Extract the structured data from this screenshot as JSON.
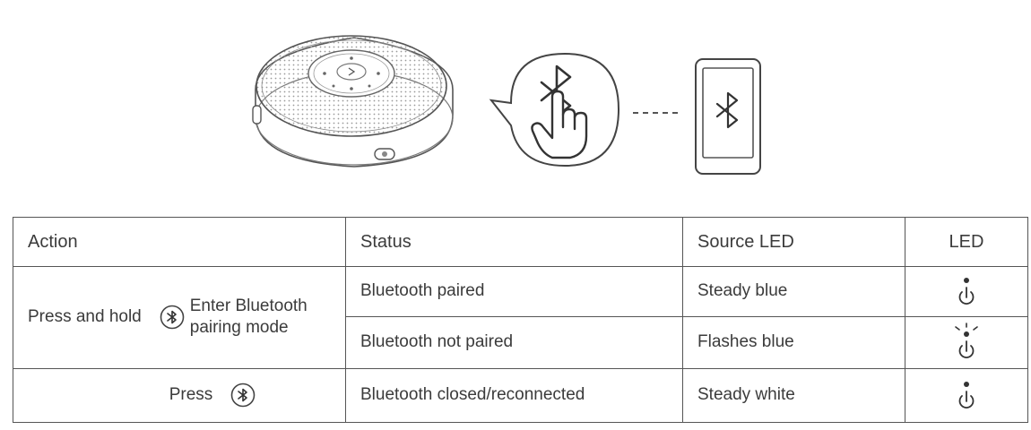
{
  "table": {
    "headers": {
      "action": "Action",
      "status": "Status",
      "source_led": "Source LED",
      "led": "LED"
    },
    "rows": [
      {
        "action_prefix": "Press and hold",
        "action_desc_line1": "Enter Bluetooth",
        "action_desc_line2": "pairing mode",
        "status": "Bluetooth paired",
        "source_led": "Steady blue",
        "led_icon": "led-steady-icon"
      },
      {
        "status": "Bluetooth not paired",
        "source_led": "Flashes blue",
        "led_icon": "led-flashing-icon"
      },
      {
        "action_prefix": "Press",
        "status": "Bluetooth closed/reconnected",
        "source_led": "Steady white",
        "led_icon": "led-steady-icon"
      }
    ]
  },
  "icons": {
    "bluetooth": "bluetooth-icon",
    "hand": "pointing-hand-icon",
    "phone": "smartphone-icon",
    "speaker": "speakerphone-illustration"
  },
  "colors": {
    "line": "#555555",
    "text": "#3b3b3b"
  }
}
